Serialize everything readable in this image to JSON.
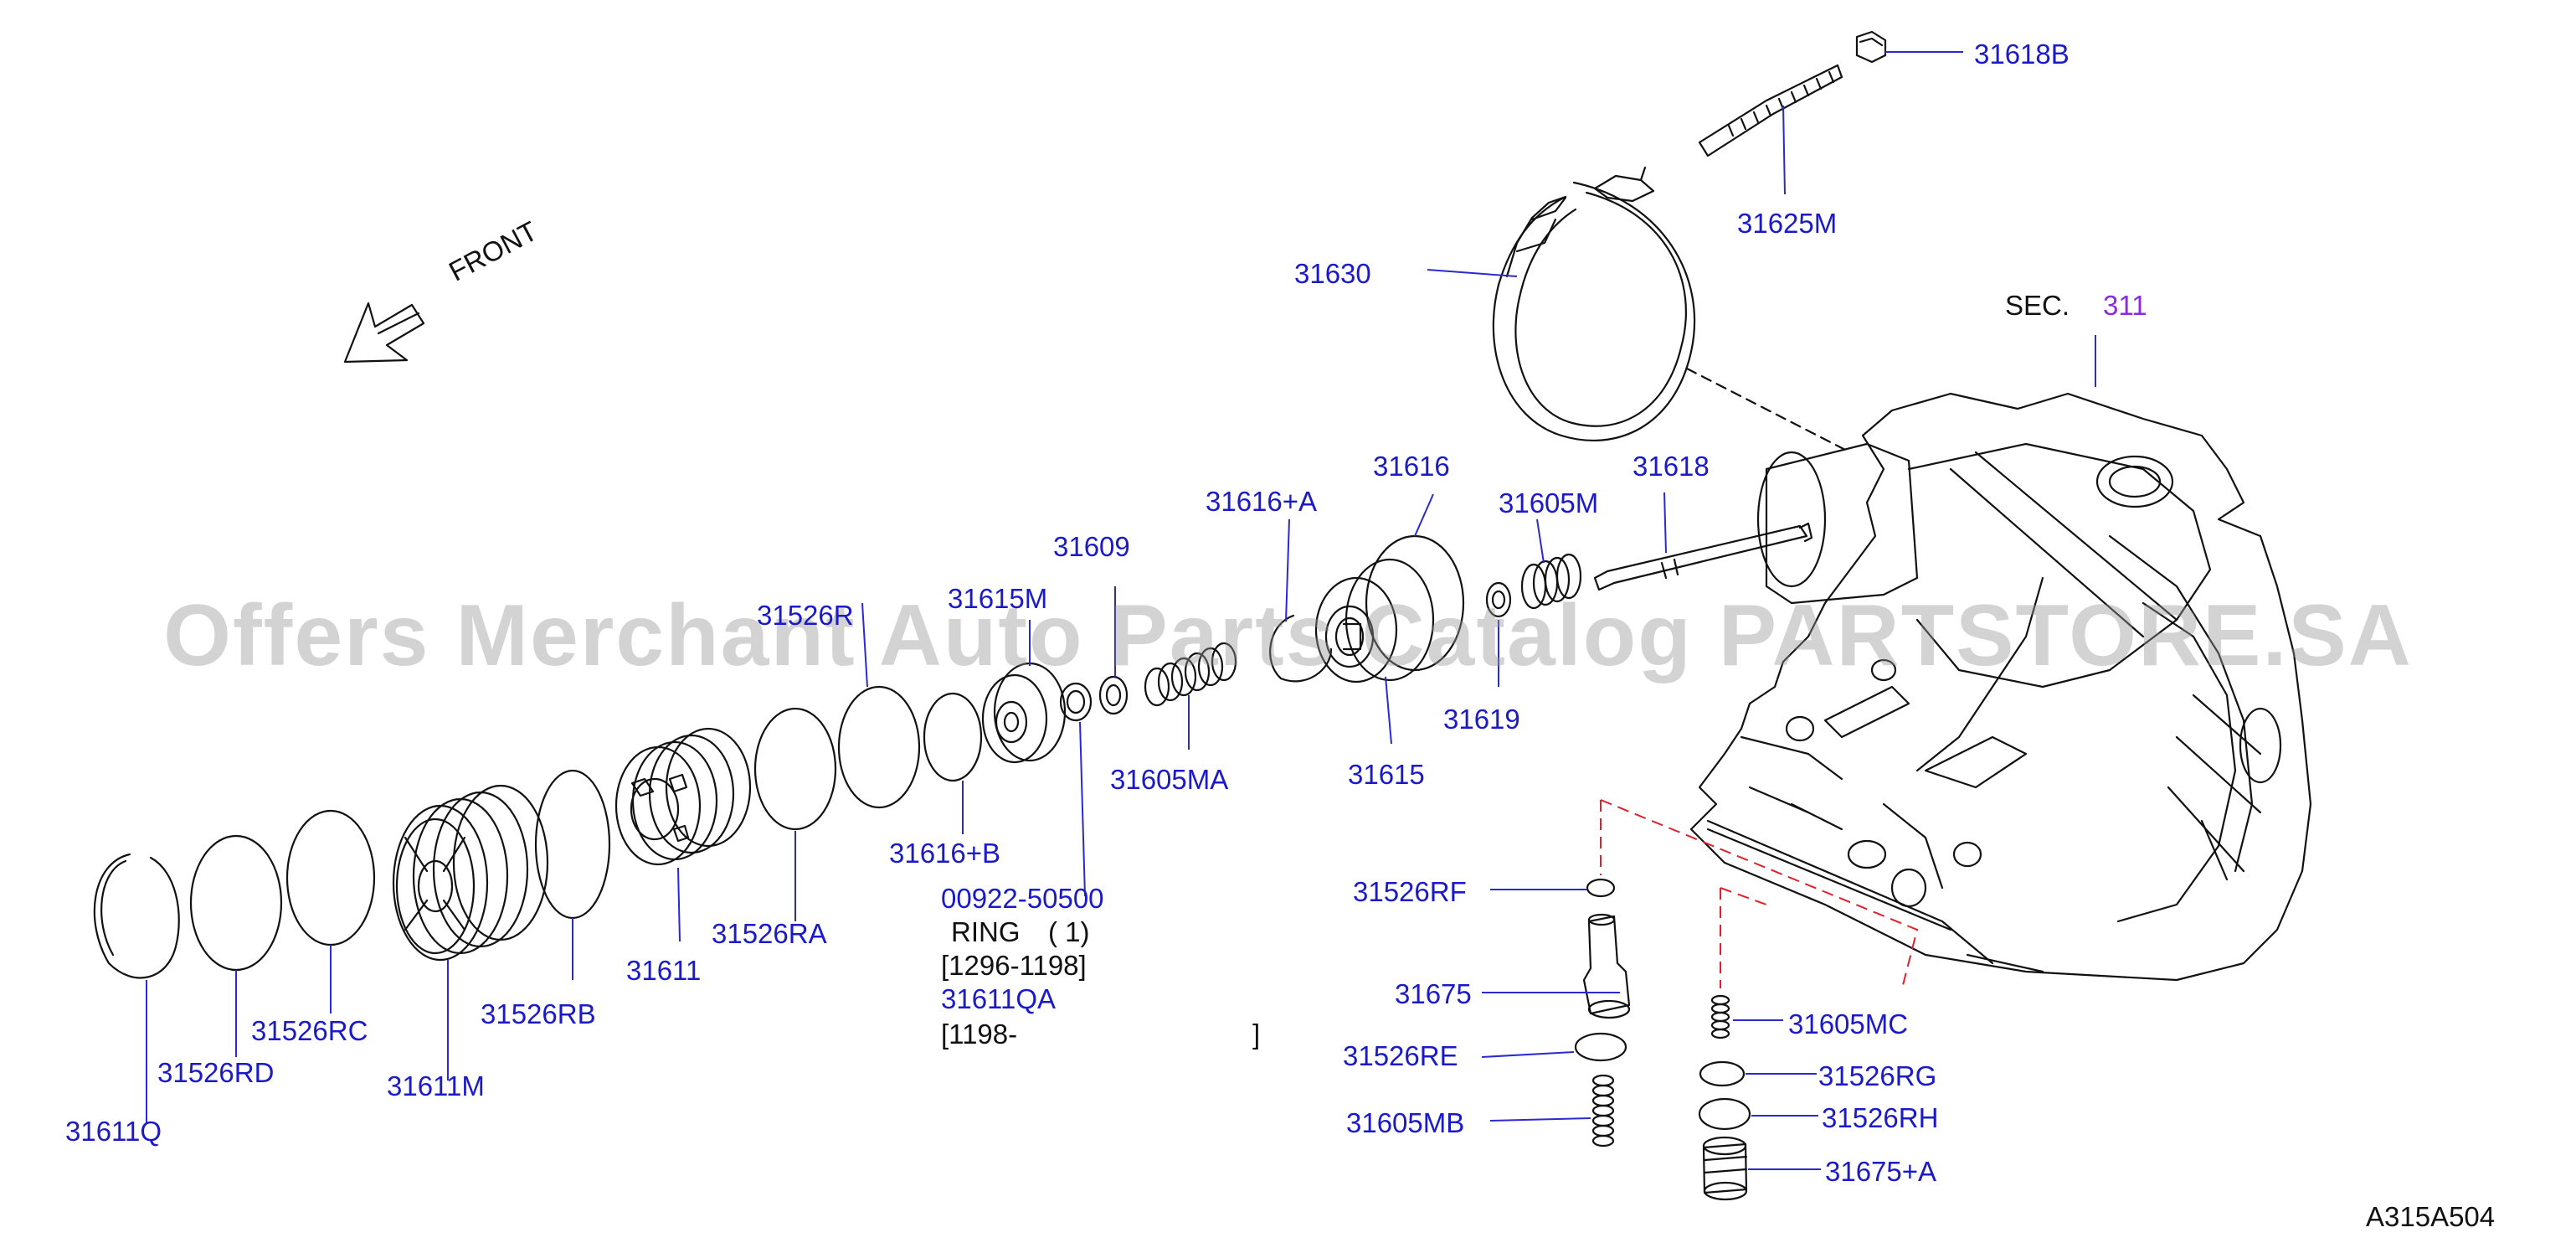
{
  "diagram": {
    "front_label": "FRONT",
    "section_label": "SEC.",
    "section_number": "311",
    "figure_code": "A315A504",
    "watermark": "Offers Merchant Auto Parts Catalog PARTSTORE.SA",
    "notes": {
      "ring_part": "00922-50500",
      "ring_name": "RING",
      "ring_qty": "( 1)",
      "ring_range": "[1296-1198]",
      "alt_part": "31611QA",
      "alt_range": "[1198-",
      "alt_range_end": "]"
    },
    "parts": [
      {
        "id": "p31618B",
        "label": "31618B"
      },
      {
        "id": "p31625M",
        "label": "31625M"
      },
      {
        "id": "p31630",
        "label": "31630"
      },
      {
        "id": "p31616",
        "label": "31616"
      },
      {
        "id": "p31618",
        "label": "31618"
      },
      {
        "id": "p31605M",
        "label": "31605M"
      },
      {
        "id": "p31616A",
        "label": "31616+A"
      },
      {
        "id": "p31609",
        "label": "31609"
      },
      {
        "id": "p31615M",
        "label": "31615M"
      },
      {
        "id": "p31526R",
        "label": "31526R"
      },
      {
        "id": "p31619",
        "label": "31619"
      },
      {
        "id": "p31615",
        "label": "31615"
      },
      {
        "id": "p31605MA",
        "label": "31605MA"
      },
      {
        "id": "p31616B",
        "label": "31616+B"
      },
      {
        "id": "p31526RA",
        "label": "31526RA"
      },
      {
        "id": "p31611",
        "label": "31611"
      },
      {
        "id": "p31526RB",
        "label": "31526RB"
      },
      {
        "id": "p31611M",
        "label": "31611M"
      },
      {
        "id": "p31526RC",
        "label": "31526RC"
      },
      {
        "id": "p31526RD",
        "label": "31526RD"
      },
      {
        "id": "p31611Q",
        "label": "31611Q"
      },
      {
        "id": "p31526RF",
        "label": "31526RF"
      },
      {
        "id": "p31675",
        "label": "31675"
      },
      {
        "id": "p31526RE",
        "label": "31526RE"
      },
      {
        "id": "p31605MB",
        "label": "31605MB"
      },
      {
        "id": "p31605MC",
        "label": "31605MC"
      },
      {
        "id": "p31526RG",
        "label": "31526RG"
      },
      {
        "id": "p31526RH",
        "label": "31526RH"
      },
      {
        "id": "p31675A",
        "label": "31675+A"
      }
    ]
  },
  "colors": {
    "label_blue": "#1a1acc",
    "section_purple": "#8a2be2",
    "line_black": "#111111",
    "leader_blue": "#2a2ad0",
    "dash_red": "#e0202a"
  }
}
